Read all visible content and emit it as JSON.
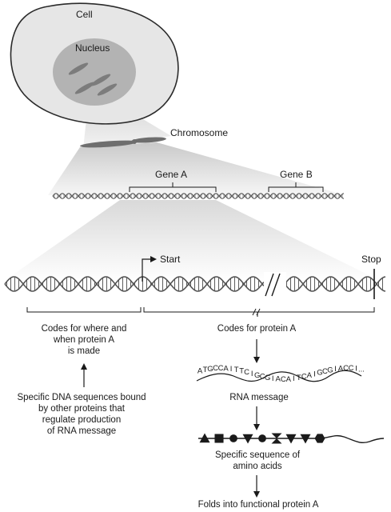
{
  "labels": {
    "cell": "Cell",
    "nucleus": "Nucleus",
    "chromosome": "Chromosome",
    "gene_a": "Gene A",
    "gene_b": "Gene B",
    "start": "Start",
    "stop": "Stop",
    "regulatory": [
      "Codes for where and",
      "when protein A",
      "is made"
    ],
    "codes_protein": "Codes for protein A",
    "bound": [
      "Specific DNA sequences bound",
      "by other proteins that",
      "regulate production",
      "of RNA message"
    ],
    "rna_message": "RNA message",
    "amino": [
      "Specific sequence of",
      "amino acids"
    ],
    "folds": "Folds into functional protein A"
  },
  "rna_sequence": [
    "A",
    "T",
    "G",
    "C",
    "C",
    "A",
    "I",
    "T",
    "T",
    "C",
    "I",
    "G",
    "C",
    "G",
    "I",
    "A",
    "C",
    "A",
    "I",
    "T",
    "C",
    "A",
    "I",
    "G",
    "C",
    "G",
    "I",
    "A",
    "C",
    "C",
    "I",
    "..."
  ],
  "amino_shapes": [
    "triangle",
    "square",
    "circle",
    "triangle-down",
    "circle",
    "hourglass",
    "triangle-down",
    "triangle-down",
    "hexagon"
  ],
  "colors": {
    "cell_fill": "#e6e6e6",
    "nucleus_fill": "#b3b3b3",
    "chromosome_fill": "#6e6e6e",
    "dna_strand": "#555555",
    "ink": "#1a1a1a"
  }
}
